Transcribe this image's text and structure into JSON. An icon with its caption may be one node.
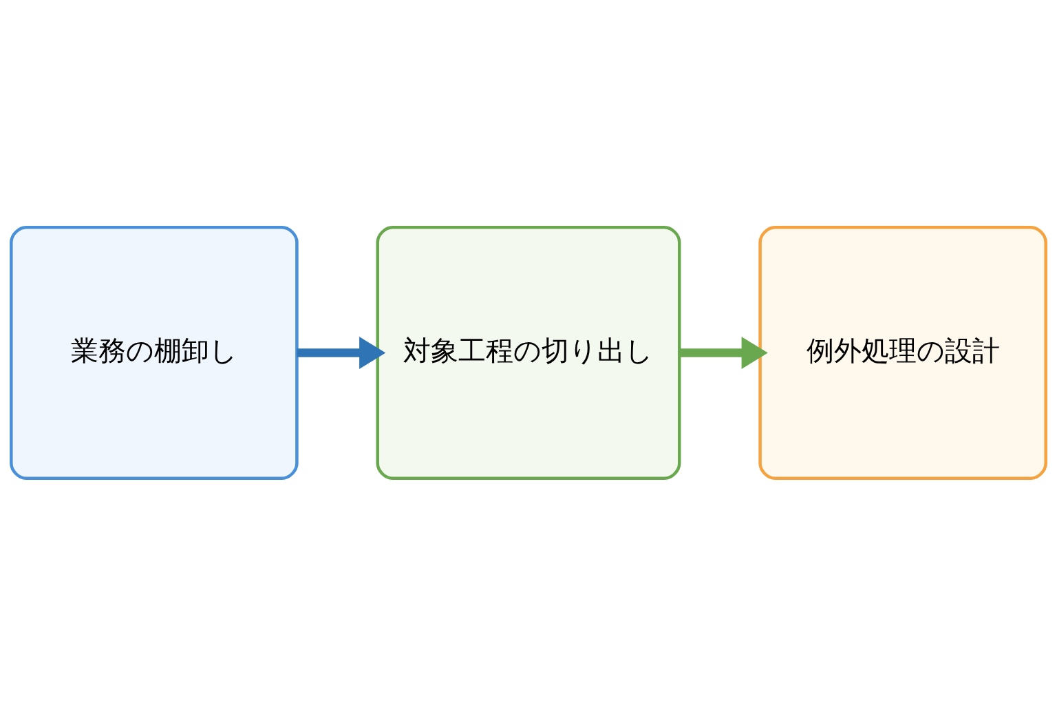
{
  "diagram": {
    "nodes": [
      {
        "text": [
          "業務の棚卸し"
        ]
      },
      {
        "text": [
          "対象工程の切り出し"
        ]
      },
      {
        "text": [
          "例外処理の設計"
        ]
      }
    ],
    "edges": [
      {
        "from": 0,
        "to": 1,
        "arrow": "to",
        "color": "#2f75b5"
      },
      {
        "from": 1,
        "to": 2,
        "arrow": "to",
        "color": "#6aa84f"
      }
    ]
  }
}
